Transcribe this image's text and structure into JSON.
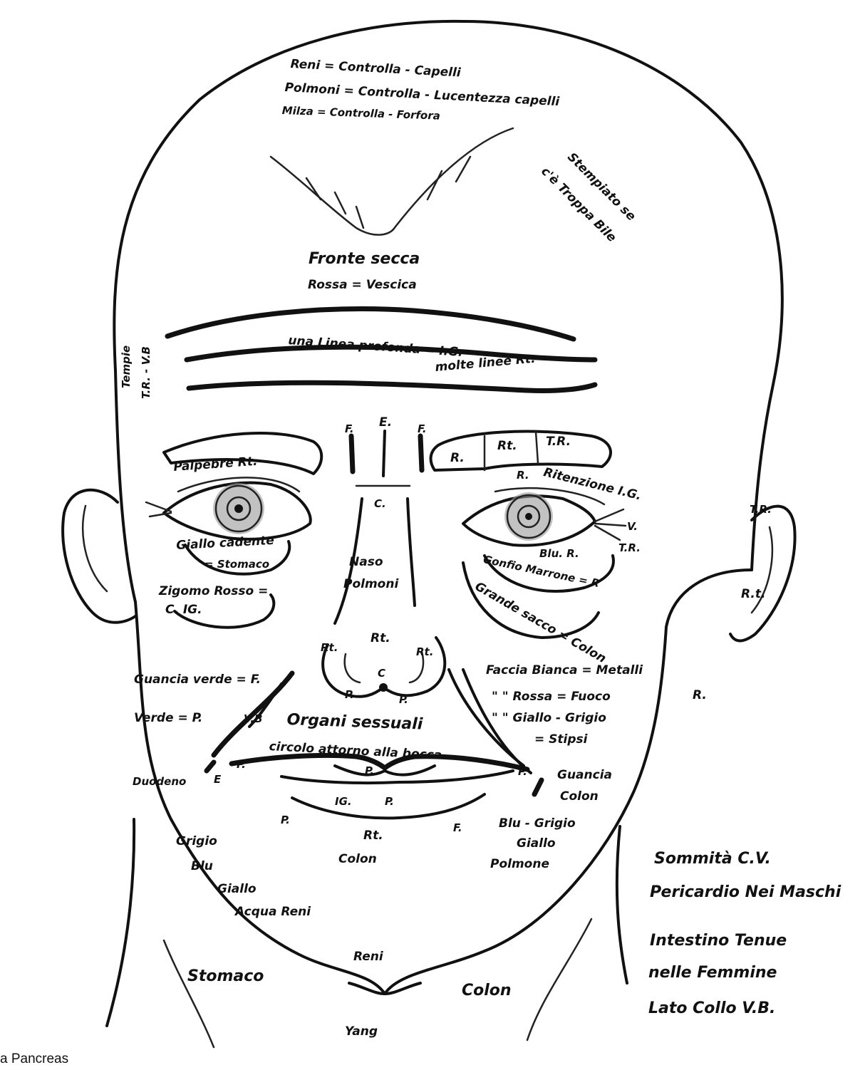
{
  "labels": {
    "reni_capelli": "Reni = Controlla  - Capelli",
    "polmoni_lucentezza": "Polmoni = Controlla  - Lucentezza capelli",
    "milza_forfora": "Milza = Controlla  - Forfora",
    "stempiato": "Stempiato se",
    "troppa_bile": "c'è Troppa Bile",
    "fronte_secca": "Fronte secca",
    "rossa_vescica": "Rossa = Vescica",
    "tempie": "Tempie",
    "tempie_tr_vb": "T.R. - V.B",
    "una_linea": "una Linea profonda = I.G.",
    "molte_linee": "molte linee Rt.",
    "f_left": "F.",
    "e_center": "E.",
    "f_right": "F.",
    "brow_r": "R.",
    "brow_rt": "Rt.",
    "brow_tr": "T.R.",
    "palpebre": "Palpebre Rt.",
    "c_nose_top": "C.",
    "r_under_brow": "R.",
    "ritenzione": "Ritenzione I.G.",
    "ear_tr": "T.R.",
    "eye_v": "V.",
    "eye_tr": "T.R.",
    "blu_r": "Blu. R.",
    "giallo_cadente": "Giallo cadente",
    "stomaco": "= Stomaco",
    "naso": "Naso",
    "polmoni": "Polmoni",
    "gonfio": "Gonfio Marrone = R",
    "grande_sacco": "Grande sacco = Colon",
    "zigomo": "Zigomo Rosso =",
    "c_ig": "C.   IG.",
    "ear_rt": "R.t.",
    "nose_rt": "Rt.",
    "nose_rt_left": "Rt.",
    "nose_rt_right": "Rt.",
    "nose_c": "C",
    "nose_p_left": "P.",
    "nose_p_right": "P.",
    "faccia_bianca": "Faccia Bianca = Metalli",
    "rossa_fuoco": "\"  \"   Rossa = Fuoco",
    "giallo_grigio": "\"  \"   Giallo - Grigio",
    "stipsi": "= Stipsi",
    "guancia_verde": "Guancia verde = F.",
    "verde_p": "Verde = P.",
    "vb_mouth": "V.B",
    "organi": "Organi sessuali",
    "r_right_ear": "R.",
    "circolo": "circolo attorno alla bocca",
    "p_mouth_left": "P.",
    "p_lip": "P.",
    "p_mouth_right": "P.",
    "duodeno": "Duodeno",
    "e_mouth": "E",
    "guancia": "Guancia",
    "colon_cheek": "Colon",
    "ig_chin": "IG.",
    "p_chin": "P.",
    "p_chin_left": "P.",
    "f_chin_right": "F.",
    "rt_chin": "Rt.",
    "colon_chin": "Colon",
    "blu_grigio": "Blu - Grigio",
    "giallo_right": "Giallo",
    "polmone": "Polmone",
    "grigio": "Grigio",
    "blu_left": "Blu",
    "giallo_left": "Giallo",
    "acqua_reni": "Acqua Reni",
    "reni_chin": "Reni",
    "stomaco_neck": "Stomaco",
    "colon_neck": "Colon",
    "yang": "Yang",
    "sommita": "Sommità C.V.",
    "pericardio": "Pericardio Nei Maschi",
    "intestino": "Intestino Tenue",
    "nelle_femmine": "nelle Femmine",
    "lato_collo": "Lato Collo V.B."
  },
  "caption": "a Pancreas",
  "colors": {
    "ink": "#111111",
    "paper": "#ffffff",
    "shade": "#9a9a9a"
  }
}
